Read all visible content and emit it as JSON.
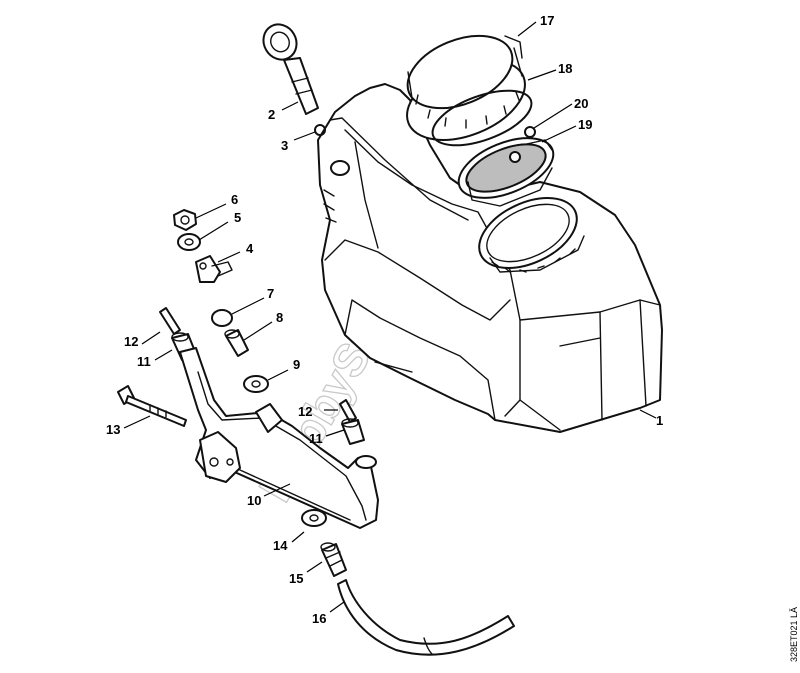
{
  "watermark": "HobbyStore.it",
  "drawing_code": "328ET021 LÄ",
  "colors": {
    "line": "#111111",
    "background": "#ffffff",
    "watermark": "#c9c9c9"
  },
  "callouts": {
    "c1": "1",
    "c2": "2",
    "c3": "3",
    "c4": "4",
    "c5": "5",
    "c6": "6",
    "c7": "7",
    "c8": "8",
    "c9": "9",
    "c10": "10",
    "c11a": "11",
    "c11b": "11",
    "c12a": "12",
    "c12b": "12",
    "c13": "13",
    "c14": "14",
    "c15": "15",
    "c16": "16",
    "c17": "17",
    "c18": "18",
    "c19": "19",
    "c20": "20"
  }
}
